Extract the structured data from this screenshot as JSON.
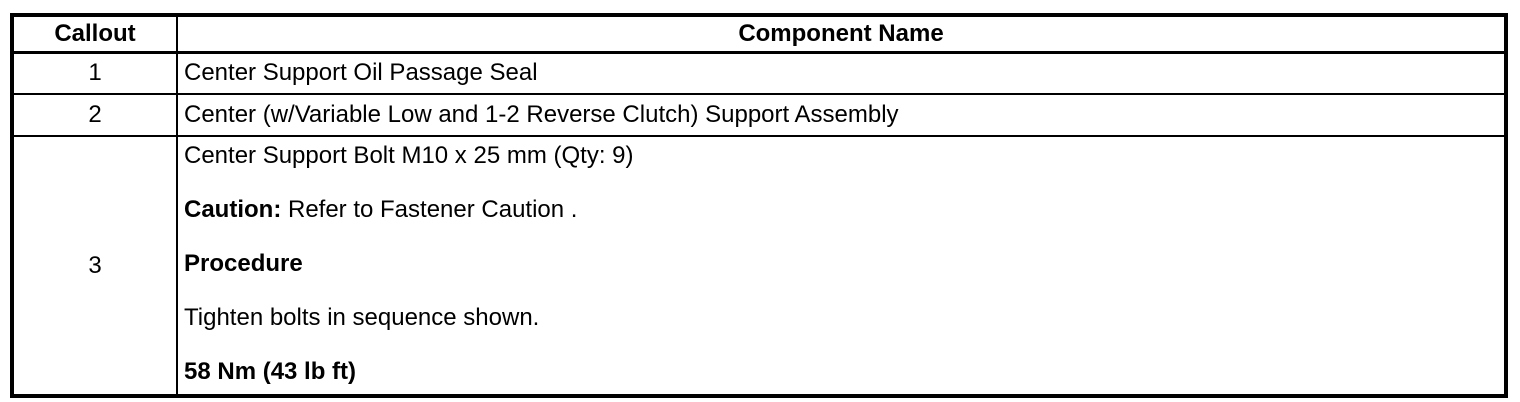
{
  "colors": {
    "border": "#000000",
    "text": "#000000",
    "background": "#ffffff"
  },
  "table": {
    "headers": {
      "callout": "Callout",
      "component": "Component Name"
    },
    "rows": [
      {
        "callout": "1",
        "component": "Center Support Oil Passage Seal"
      },
      {
        "callout": "2",
        "component": "Center (w/Variable Low and 1-2 Reverse Clutch) Support Assembly"
      },
      {
        "callout": "3",
        "component": "Center Support Bolt M10 x 25 mm (Qty: 9)",
        "caution_label": "Caution:",
        "caution_text": " Refer to Fastener Caution .",
        "procedure_heading": "Procedure",
        "procedure_step": "Tighten bolts in sequence shown.",
        "torque": "58 Nm (43 lb ft)"
      }
    ]
  }
}
